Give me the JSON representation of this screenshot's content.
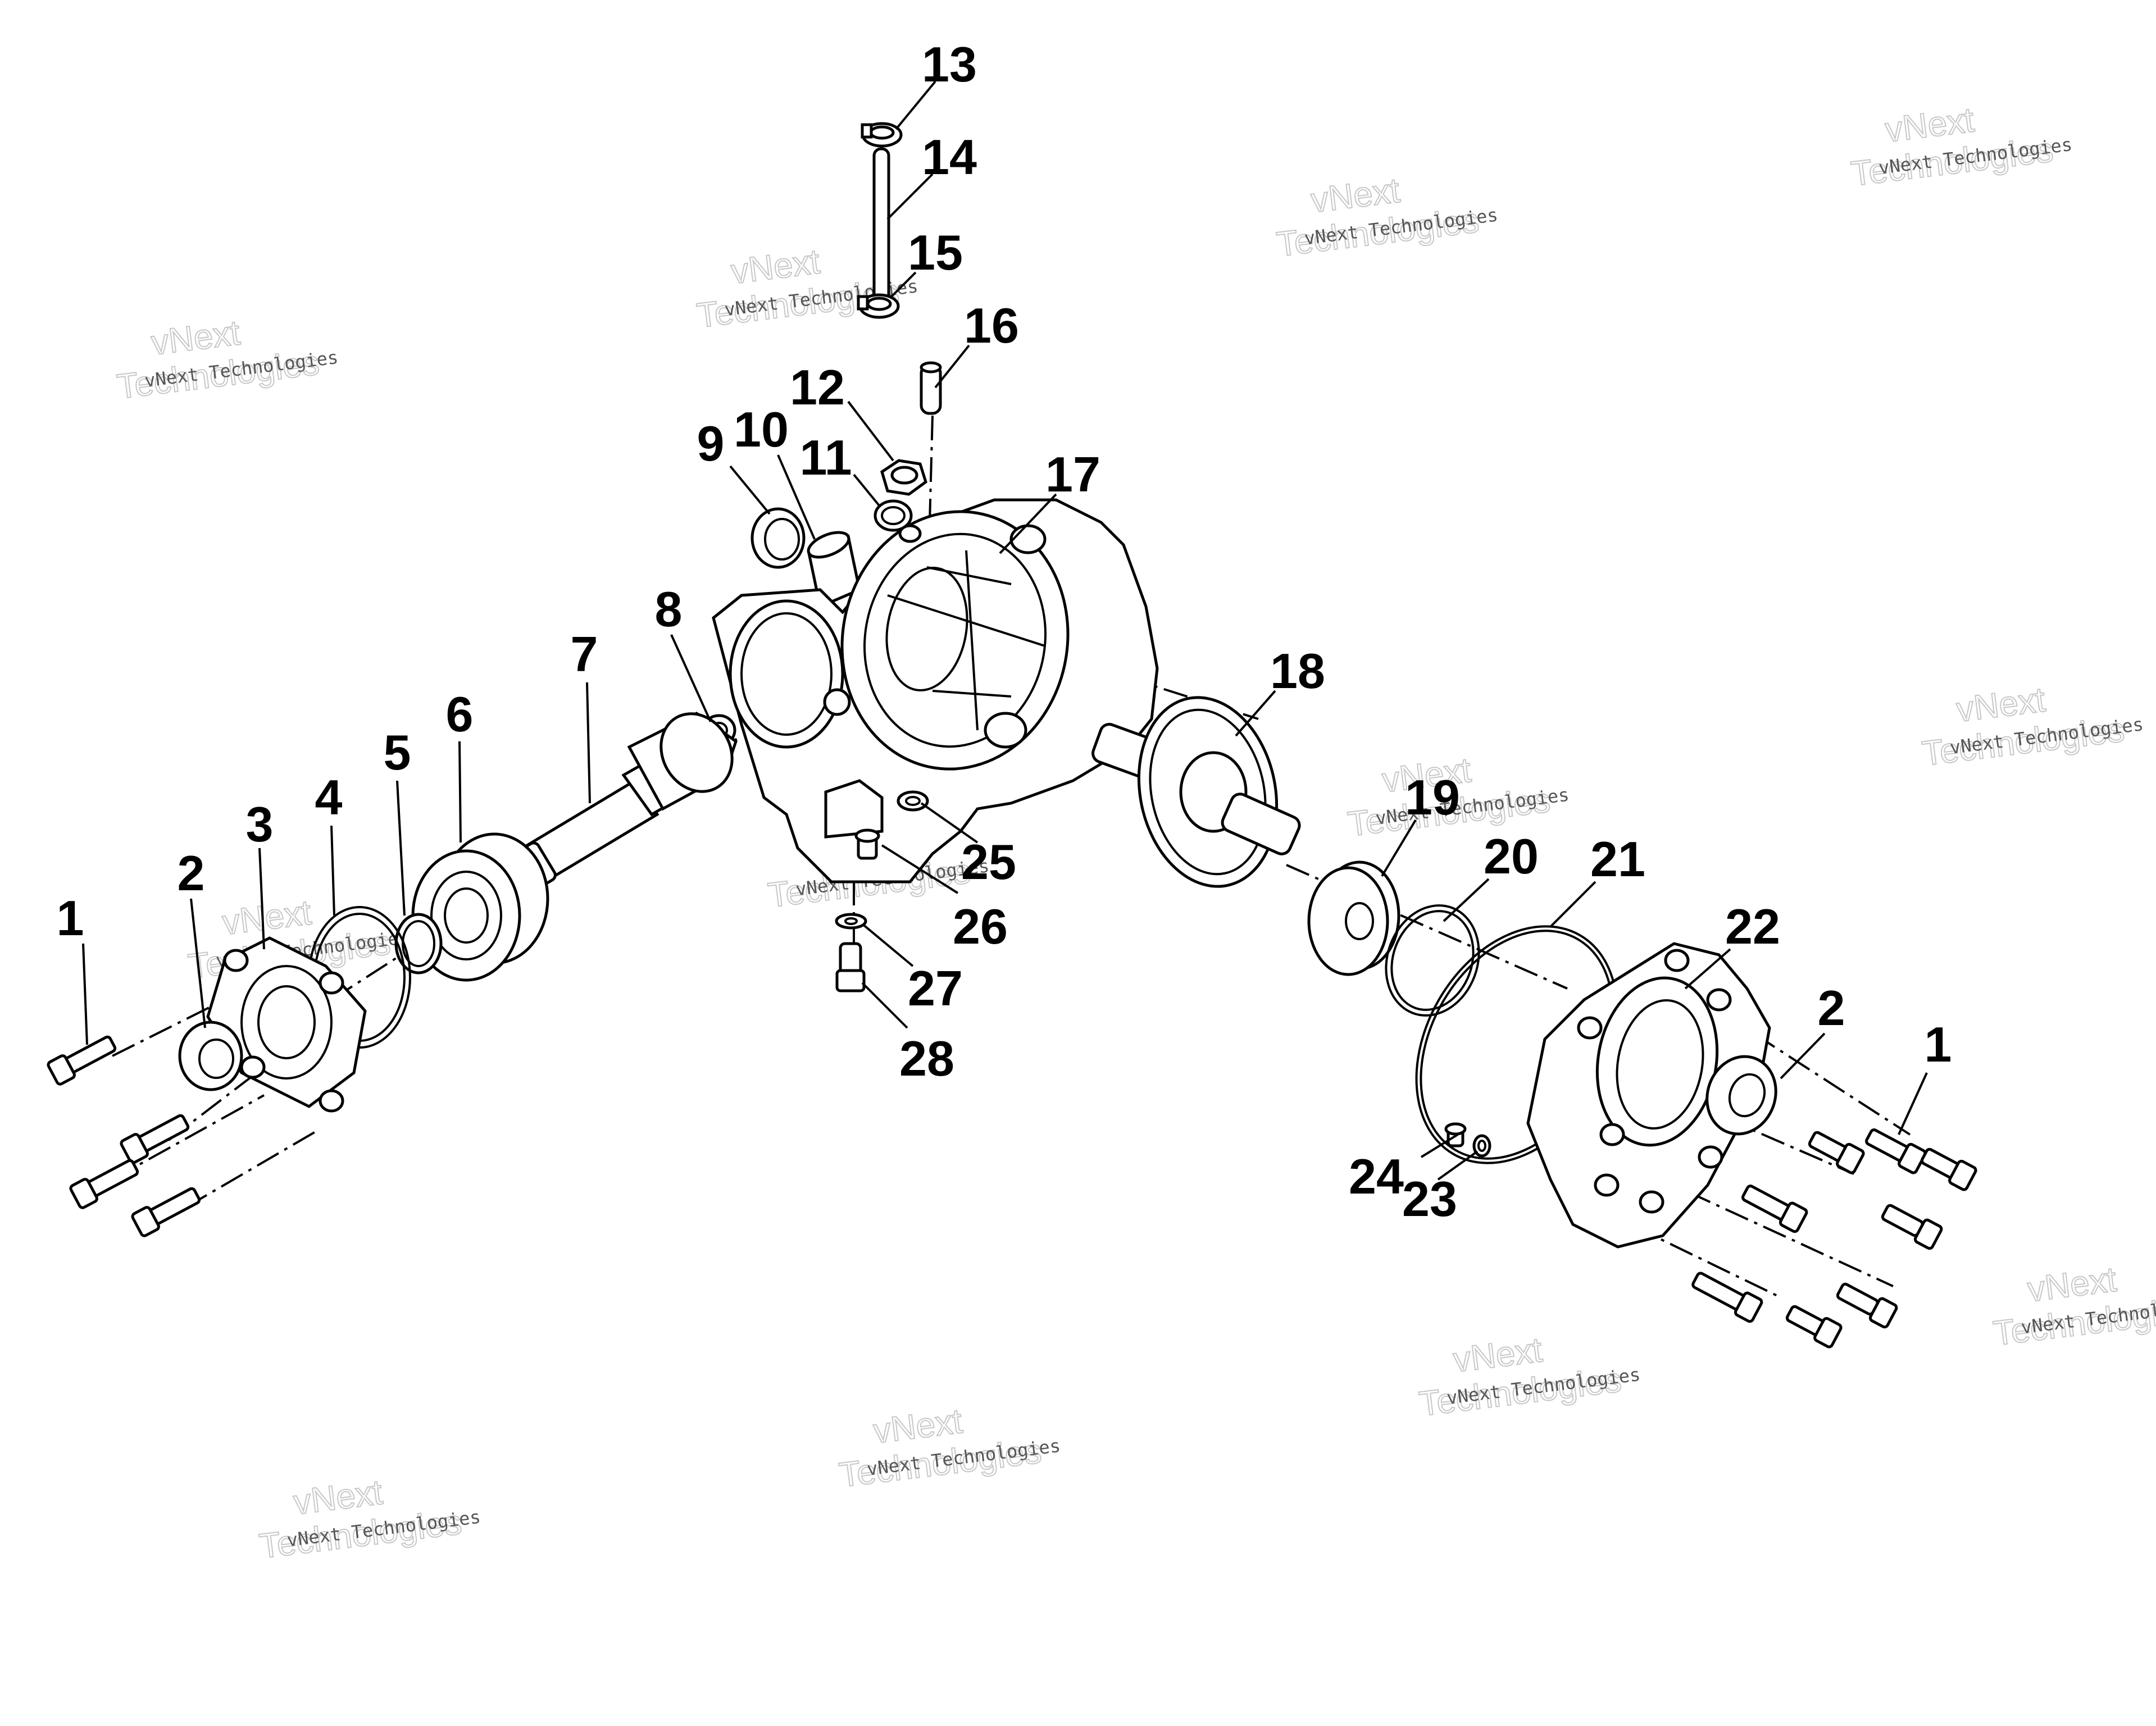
{
  "watermark": {
    "line1": "vNext Technologies",
    "line2a": "vNext",
    "line2b": "Technologies"
  },
  "callouts": {
    "c1l": "1",
    "c2l": "2",
    "c3": "3",
    "c4": "4",
    "c5": "5",
    "c6": "6",
    "c7": "7",
    "c8": "8",
    "c9": "9",
    "c10": "10",
    "c11": "11",
    "c12": "12",
    "c13": "13",
    "c14": "14",
    "c15": "15",
    "c16": "16",
    "c17": "17",
    "c18": "18",
    "c19": "19",
    "c20": "20",
    "c21": "21",
    "c22": "22",
    "c2r": "2",
    "c1r": "1",
    "c23": "23",
    "c24": "24",
    "c25": "25",
    "c26": "26",
    "c27": "27",
    "c28": "28"
  }
}
